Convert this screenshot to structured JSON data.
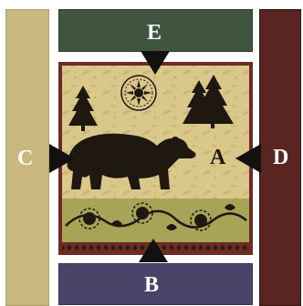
{
  "labels": {
    "a": "A",
    "b": "B",
    "c": "C",
    "d": "D",
    "e": "E"
  },
  "colors": {
    "panel_c": "#c9b77f",
    "panel_d": "#5a2420",
    "panel_e": "#3f5540",
    "panel_b": "#4a4568",
    "art_background": "#d9c88a",
    "art_border": "#6e2a24",
    "band": "#a7a458",
    "silhouette": "#1f1810"
  },
  "icons": [
    "bear-icon",
    "pine-tree-icon",
    "snowflake-medallion-icon",
    "vine-scroll-icon"
  ]
}
